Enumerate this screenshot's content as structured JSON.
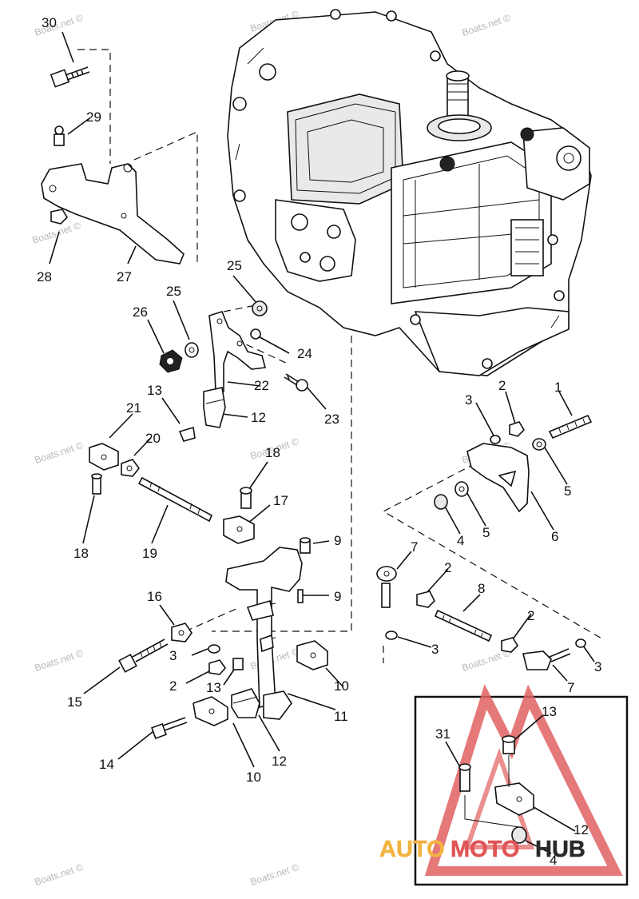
{
  "watermark": "Boats.net ©",
  "labels": {
    "p30": "30",
    "p29": "29",
    "p28": "28",
    "p27": "27",
    "p25a": "25",
    "p26": "26",
    "p25b": "25",
    "p24": "24",
    "p22": "22",
    "p23": "23",
    "p12a": "12",
    "p21": "21",
    "p13a": "13",
    "p20": "20",
    "p18a": "18",
    "p19": "19",
    "p18b": "18",
    "p17": "17",
    "p9a": "9",
    "p9b": "9",
    "p16": "16",
    "p15": "15",
    "p3a": "3",
    "p2a": "2",
    "p13b": "13",
    "p14": "14",
    "p10a": "10",
    "p12b": "12",
    "p10b": "10",
    "p11": "11",
    "p1": "1",
    "p2b": "2",
    "p3b": "3",
    "p5a": "5",
    "p6": "6",
    "p4a": "4",
    "p5b": "5",
    "p7a": "7",
    "p2c": "2",
    "p8": "8",
    "p3c": "3",
    "p2d": "2",
    "p3d": "3",
    "p7b": "7",
    "p13c": "13",
    "p31": "31",
    "p12c": "12",
    "p4b": "4"
  },
  "logo": {
    "part1": "AUTO",
    "part2": "MOTO",
    "part3": "HUB",
    "color_auto": "#f2b340",
    "color_moto": "#e05555",
    "color_hub": "#2a2a2a",
    "triangle_color": "#e06060"
  }
}
